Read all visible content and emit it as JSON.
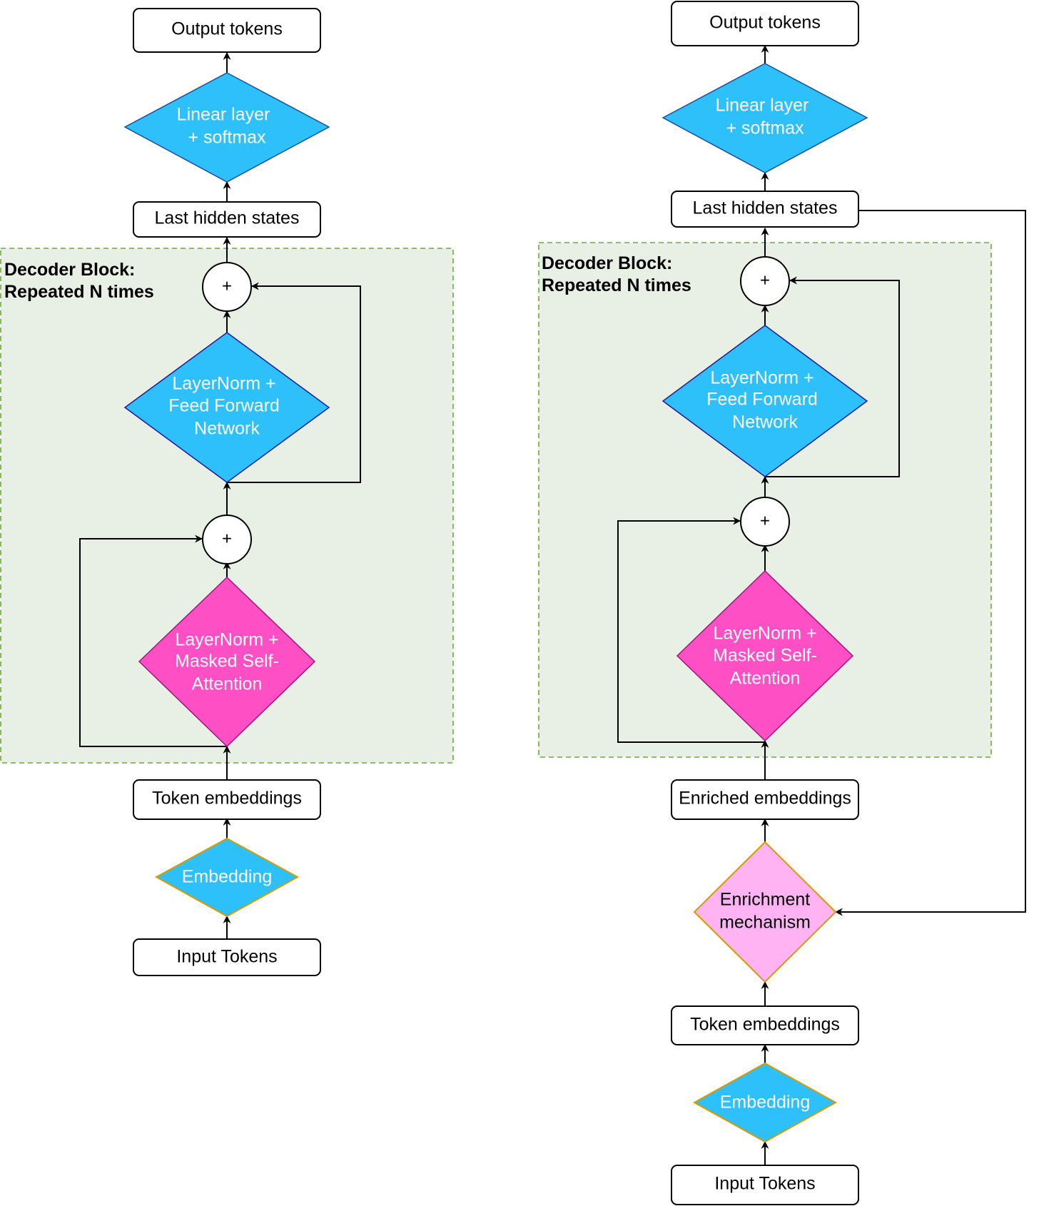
{
  "colors": {
    "blue_diamond": "#2ec0fb",
    "pink_diamond": "#ff4fc5",
    "light_pink_diamond": "#ffb3f3",
    "decoder_block_fill": "#e8f0e6",
    "decoder_block_border": "#6aaa3c",
    "embedding_border": "#d79b00"
  },
  "left": {
    "output": "Output tokens",
    "linear_1": "Linear layer",
    "linear_2": "+ softmax",
    "hidden": "Last hidden states",
    "block_title_1": "Decoder Block:",
    "block_title_2": "Repeated N times",
    "plus_top": "+",
    "ffn_1": "LayerNorm +",
    "ffn_2": "Feed Forward",
    "ffn_3": "Network",
    "plus_bottom": "+",
    "attn_1": "LayerNorm +",
    "attn_2": "Masked Self-",
    "attn_3": "Attention",
    "token_emb": "Token embeddings",
    "embedding": "Embedding",
    "input": "Input Tokens"
  },
  "right": {
    "output": "Output tokens",
    "linear_1": "Linear layer",
    "linear_2": "+ softmax",
    "hidden": "Last hidden states",
    "block_title_1": "Decoder Block:",
    "block_title_2": "Repeated N times",
    "plus_top": "+",
    "ffn_1": "LayerNorm +",
    "ffn_2": "Feed Forward",
    "ffn_3": "Network",
    "plus_bottom": "+",
    "attn_1": "LayerNorm +",
    "attn_2": "Masked Self-",
    "attn_3": "Attention",
    "enriched_emb": "Enriched embeddings",
    "enrich_1": "Enrichment",
    "enrich_2": "mechanism",
    "token_emb": "Token embeddings",
    "embedding": "Embedding",
    "input": "Input Tokens"
  }
}
